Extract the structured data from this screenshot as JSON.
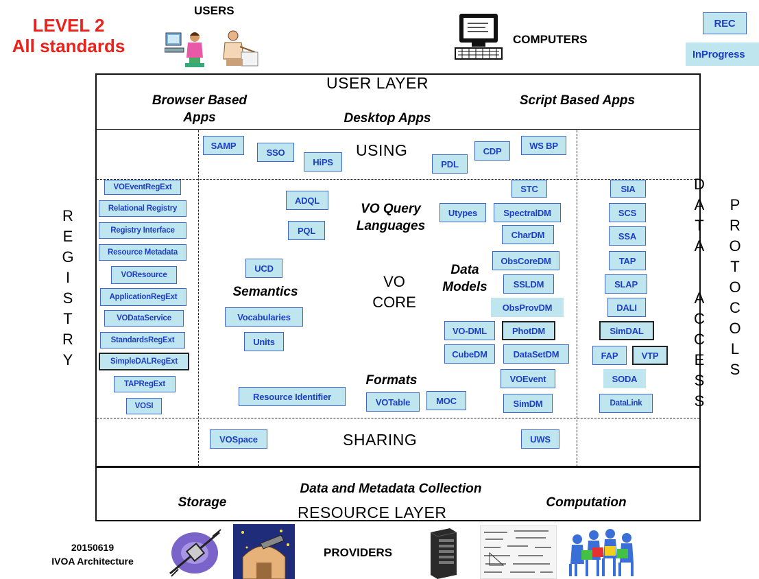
{
  "top": {
    "level_title": "LEVEL 2",
    "level_subtitle": "All standards",
    "users": "USERS",
    "computers": "COMPUTERS",
    "legend_rec": "REC",
    "legend_inprogress": "InProgress"
  },
  "user_layer": {
    "title": "USER LAYER",
    "browser_apps": "Browser Based Apps",
    "desktop_apps": "Desktop Apps",
    "script_apps": "Script Based Apps"
  },
  "using": {
    "label": "USING",
    "boxes": [
      "SAMP",
      "SSO",
      "HiPS",
      "PDL",
      "CDP",
      "WS BP"
    ]
  },
  "registry": {
    "vertical_label": "REGISTRY",
    "boxes": [
      "VOEventRegExt",
      "Relational Registry",
      "Registry Interface",
      "Resource Metadata",
      "VOResource",
      "ApplicationRegExt",
      "VODataService",
      "StandardsRegExt",
      "SimpleDALRegExt",
      "TAPRegExt",
      "VOSI"
    ]
  },
  "core": {
    "vo_core": "VO CORE",
    "query_languages": "VO Query Languages",
    "semantics": "Semantics",
    "data_models": "Data Models",
    "formats": "Formats",
    "query_boxes": [
      "ADQL",
      "PQL"
    ],
    "semantics_boxes": [
      "UCD",
      "Vocabularies",
      "Units"
    ],
    "utypes": "Utypes",
    "dm_boxes": [
      "STC",
      "SpectralDM",
      "CharDM",
      "ObsCoreDM",
      "SSLDM",
      "ObsProvDM",
      "VO-DML",
      "PhotDM",
      "CubeDM",
      "DataSetDM",
      "VOEvent",
      "SimDM"
    ],
    "format_boxes": [
      "Resource Identifier",
      "VOTable",
      "MOC"
    ]
  },
  "data_access": {
    "vertical_label_1": "DATA",
    "vertical_label_2": "ACCESS",
    "vertical_label_3": "PROTOCOLS",
    "boxes": [
      "SIA",
      "SCS",
      "SSA",
      "TAP",
      "SLAP",
      "DALI",
      "SimDAL",
      "FAP",
      "VTP",
      "SODA",
      "DataLink"
    ]
  },
  "sharing": {
    "label": "SHARING",
    "boxes": [
      "VOSpace",
      "UWS"
    ]
  },
  "resource_layer": {
    "title": "RESOURCE LAYER",
    "collection": "Data and Metadata Collection",
    "storage": "Storage",
    "computation": "Computation"
  },
  "footer": {
    "date": "20150619",
    "arch": "IVOA Architecture",
    "providers": "PROVIDERS"
  }
}
